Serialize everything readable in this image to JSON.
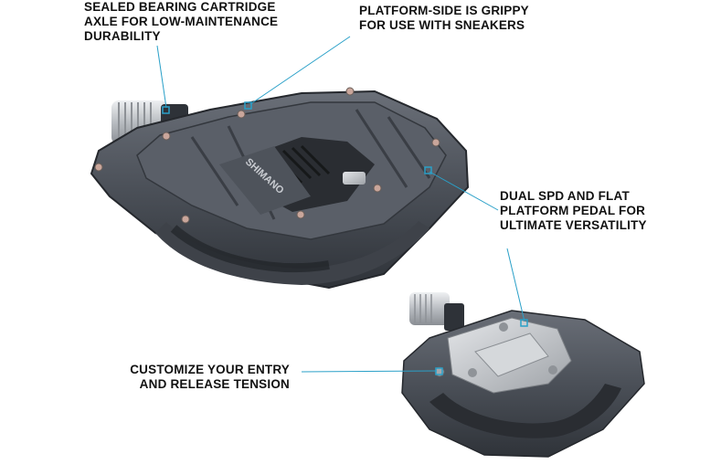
{
  "callouts": {
    "sealed_bearing": {
      "line1": "SEALED BEARING CARTRIDGE",
      "line2": "AXLE FOR LOW-MAINTENANCE",
      "line3": "DURABILITY"
    },
    "platform_grippy": {
      "line1": "PLATFORM-SIDE IS GRIPPY",
      "line2": "FOR USE WITH SNEAKERS"
    },
    "dual_spd": {
      "line1": "DUAL SPD AND FLAT",
      "line2": "PLATFORM PEDAL FOR",
      "line3": "ULTIMATE VERSATILITY"
    },
    "customize_tension": {
      "line1": "CUSTOMIZE YOUR ENTRY",
      "line2": "AND RELEASE TENSION"
    }
  },
  "product": {
    "brand_logo_text": "SHIMANO"
  },
  "colors": {
    "leader_line": "#2aa0c8",
    "pedal_body": "#4a4f57",
    "pedal_dark": "#2e3238",
    "axle_silver": "#c9ccd0",
    "spd_silver": "#b9bcc0"
  }
}
